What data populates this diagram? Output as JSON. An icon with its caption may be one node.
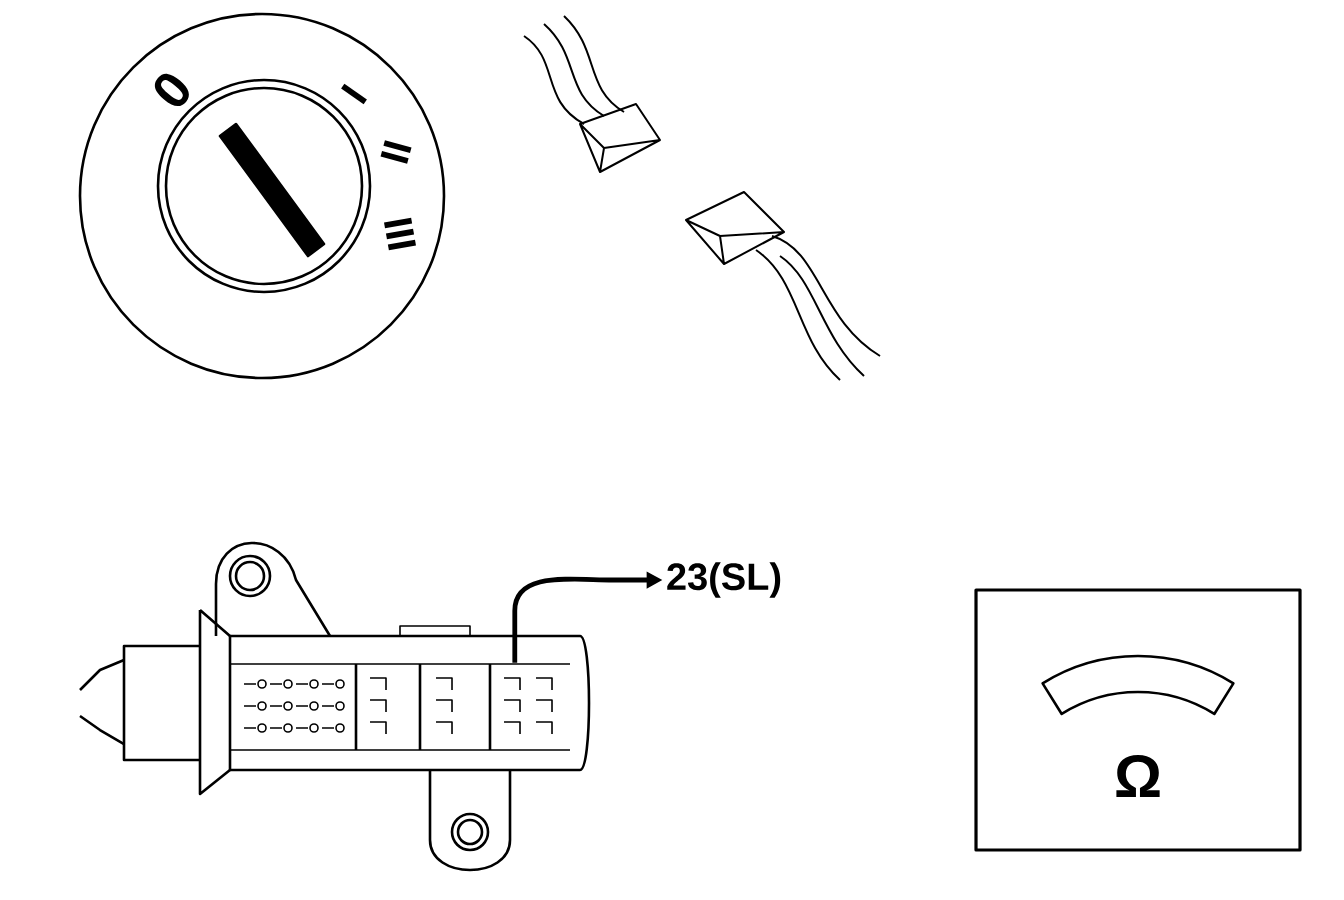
{
  "diagram": {
    "nodes": [
      {
        "text": [],
        "shape": "picture"
      },
      {
        "text": [
          "23(SL)"
        ]
      },
      {
        "text": [
          "Ω"
        ]
      }
    ],
    "edges": [
      {
        "from": 0,
        "to": 1,
        "arrow": "to"
      }
    ],
    "labels": [
      "0",
      "I",
      "II",
      "III"
    ]
  }
}
